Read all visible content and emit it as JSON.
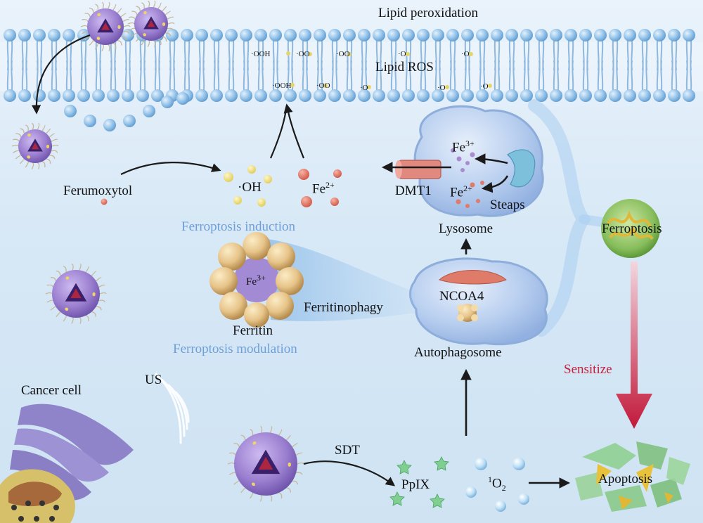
{
  "labels": {
    "lipid_peroxidation": "Lipid peroxidation",
    "lipid_ros": "Lipid ROS",
    "ferumoxytol": "Ferumoxytol",
    "oh": "·OH",
    "fe2_base": "Fe",
    "fe2_charge": "2+",
    "ferroptosis_induction": "Ferroptosis induction",
    "dmt1": "DMT1",
    "fe3_base": "Fe",
    "fe3_charge": "3+",
    "fe2b_base": "Fe",
    "fe2b_charge": "2+",
    "steaps": "Steaps",
    "lysosome": "Lysosome",
    "ferroptosis": "Ferroptosis",
    "ferritin_fe_base": "Fe",
    "ferritin_fe_charge": "3+",
    "ferritin": "Ferritin",
    "ferritinophagy": "Ferritinophagy",
    "ncoa4": "NCOA4",
    "ferroptosis_modulation": "Ferroptosis modulation",
    "autophagosome": "Autophagosome",
    "sensitize": "Sensitize",
    "us": "US",
    "cancer_cell": "Cancer cell",
    "sdt": "SDT",
    "ppix": "PpIX",
    "singlet_o2_sup": "1",
    "singlet_o2_base": "O",
    "singlet_o2_sub": "2",
    "apoptosis": "Apoptosis"
  },
  "radicals": {
    "ooh_1": "·OOH",
    "oo_1": "·OO",
    "oo_2": "·OO",
    "o_1": "·O",
    "o_2": "·O",
    "ooh_2": "·OOH",
    "oo_3": "·OO",
    "o_3": "·O",
    "o_4": "·O",
    "o_5": "·O"
  },
  "colors": {
    "membrane_head": "#8fbde6",
    "radical_dot": "#e8d56a",
    "fe_dot": "#e07a6a",
    "sensitize_text": "#c81e3a",
    "blue_text": "#6d9fd6",
    "nanoparticle_purple": "#9b7fd0",
    "ferritin_gold": "#e8c98a"
  }
}
